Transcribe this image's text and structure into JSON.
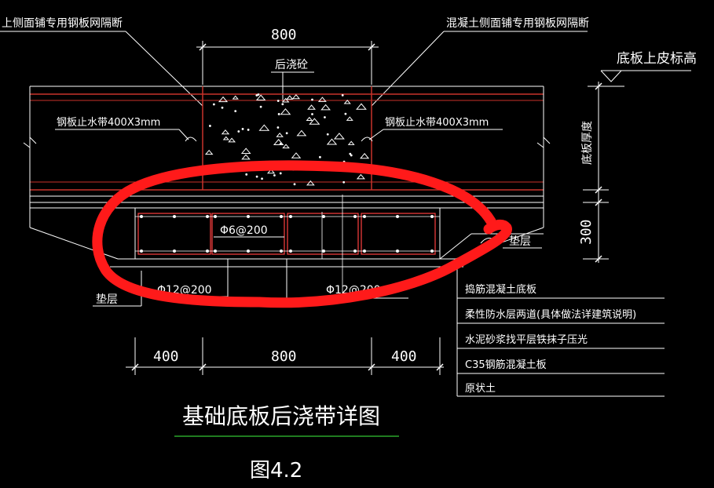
{
  "labels": {
    "top_left_note": "上侧面铺专用钢板网隔断",
    "top_right_note": "混凝土侧面铺专用钢板网隔断",
    "top_dim": "800",
    "post_pour_concrete": "后浇砼",
    "waterstop_left": "钢板止水带400X3mm",
    "waterstop_right": "钢板止水带400X3mm",
    "slab_top_elevation": "底板上皮标高",
    "slab_thickness": "底板厚度",
    "dim_300": "300",
    "rebar_stirrup": "Φ6@200",
    "rebar_main": "Φ12@200",
    "cushion_left": "垫层",
    "cushion_right": "垫层",
    "hidden_label": "Φ12@200",
    "bottom_dim_left": "400",
    "bottom_dim_mid": "800",
    "bottom_dim_right": "400"
  },
  "layer_notes": [
    "捣筋混凝土底板",
    "柔性防水层两道(具体做法详建筑说明)",
    "水泥砂浆找平层铁抹子压光",
    "C35钢筋混凝土板",
    "原状土"
  ],
  "title": "基础底板后浇带详图",
  "figure_number": "图4.2",
  "colors": {
    "background": "#000000",
    "line_white": "#ffffff",
    "line_red": "#c8322a",
    "rebar": "#ff4040",
    "annotation_red": "#ff1a1a",
    "title_underline": "#2aa52a"
  }
}
